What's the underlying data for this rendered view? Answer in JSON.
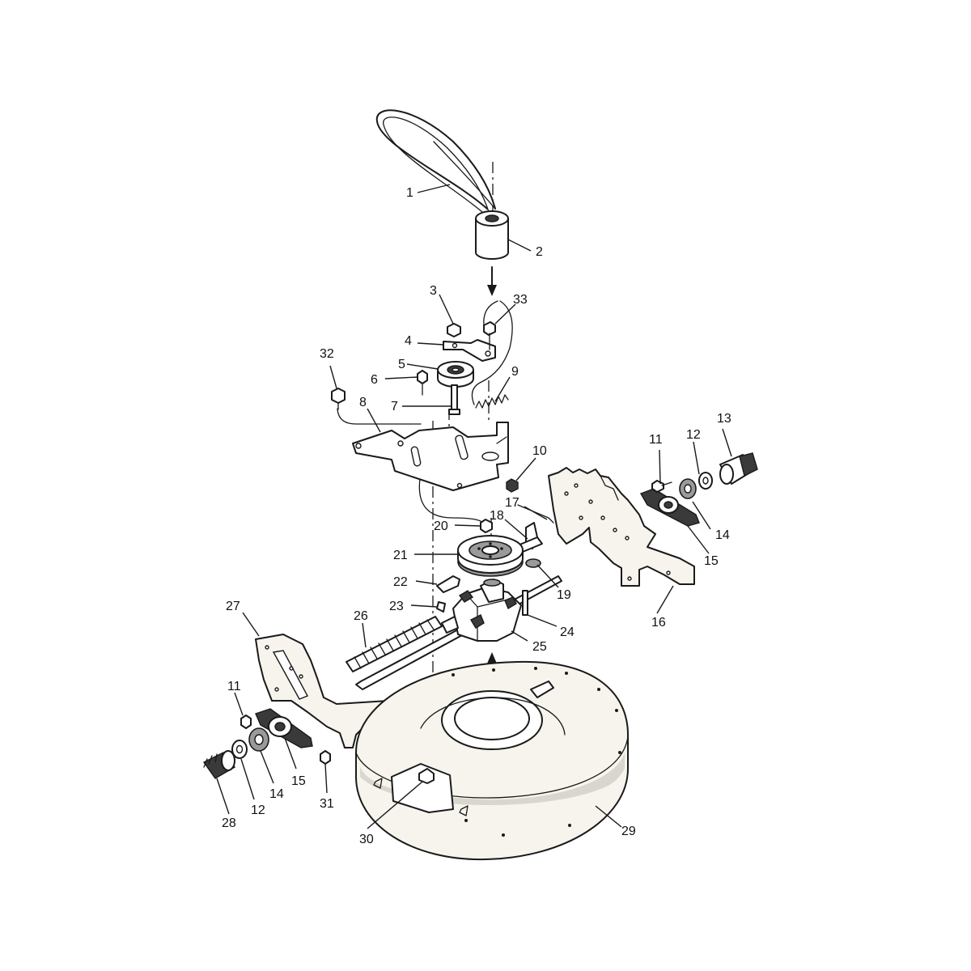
{
  "callouts": [
    {
      "id": "c1",
      "text": "1"
    },
    {
      "id": "c2",
      "text": "2"
    },
    {
      "id": "c3",
      "text": "3"
    },
    {
      "id": "c4",
      "text": "4"
    },
    {
      "id": "c5",
      "text": "5"
    },
    {
      "id": "c6",
      "text": "6"
    },
    {
      "id": "c7",
      "text": "7"
    },
    {
      "id": "c8",
      "text": "8"
    },
    {
      "id": "c9",
      "text": "9"
    },
    {
      "id": "c10",
      "text": "10"
    },
    {
      "id": "c11a",
      "text": "11"
    },
    {
      "id": "c11b",
      "text": "11"
    },
    {
      "id": "c12a",
      "text": "12"
    },
    {
      "id": "c12b",
      "text": "12"
    },
    {
      "id": "c13",
      "text": "13"
    },
    {
      "id": "c14a",
      "text": "14"
    },
    {
      "id": "c14b",
      "text": "14"
    },
    {
      "id": "c15a",
      "text": "15"
    },
    {
      "id": "c15b",
      "text": "15"
    },
    {
      "id": "c16",
      "text": "16"
    },
    {
      "id": "c17",
      "text": "17"
    },
    {
      "id": "c18",
      "text": "18"
    },
    {
      "id": "c19",
      "text": "19"
    },
    {
      "id": "c20",
      "text": "20"
    },
    {
      "id": "c21",
      "text": "21"
    },
    {
      "id": "c22",
      "text": "22"
    },
    {
      "id": "c23",
      "text": "23"
    },
    {
      "id": "c24",
      "text": "24"
    },
    {
      "id": "c25",
      "text": "25"
    },
    {
      "id": "c26",
      "text": "26"
    },
    {
      "id": "c27",
      "text": "27"
    },
    {
      "id": "c28",
      "text": "28"
    },
    {
      "id": "c29",
      "text": "29"
    },
    {
      "id": "c30",
      "text": "30"
    },
    {
      "id": "c31",
      "text": "31"
    },
    {
      "id": "c32",
      "text": "32"
    },
    {
      "id": "c33",
      "text": "33"
    }
  ]
}
